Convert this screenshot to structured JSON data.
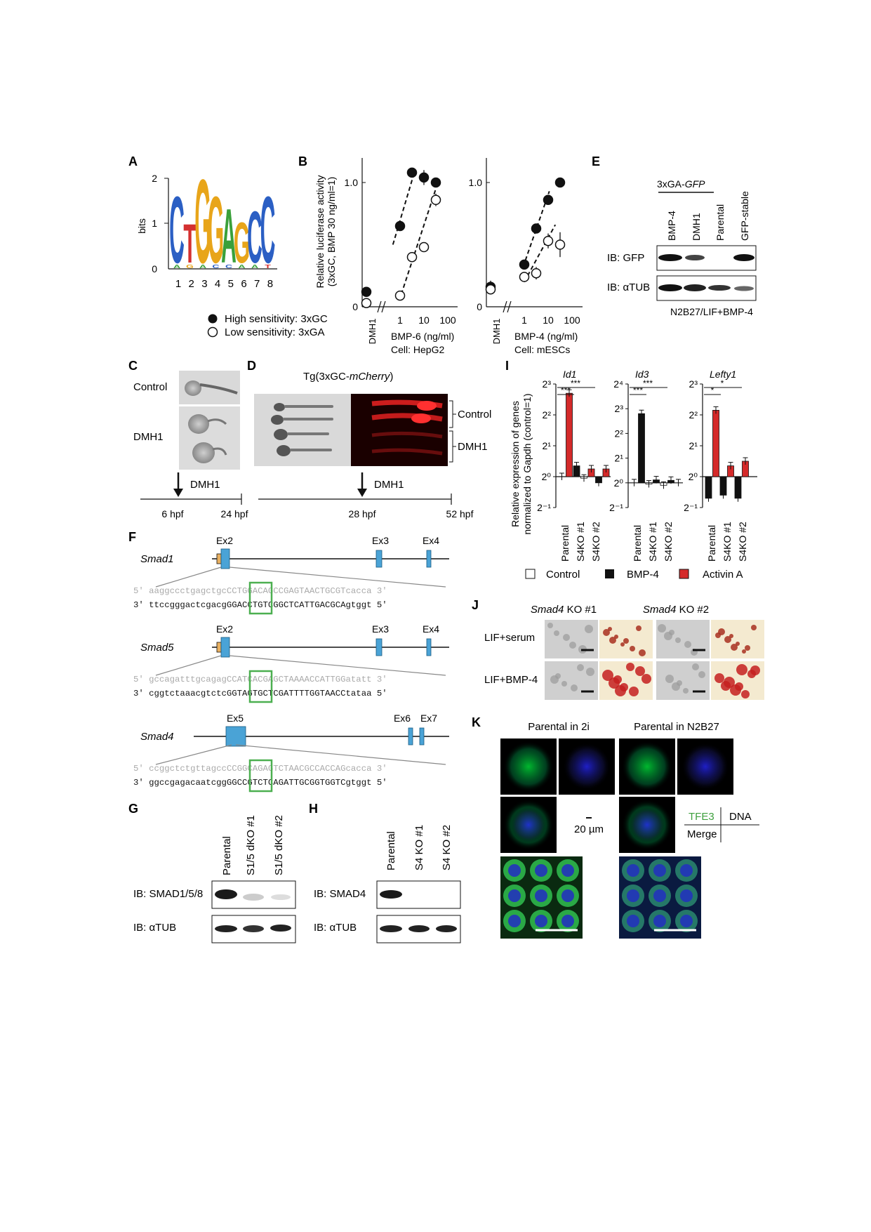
{
  "panel_letters": [
    "A",
    "B",
    "C",
    "D",
    "E",
    "F",
    "G",
    "H",
    "I",
    "J",
    "K"
  ],
  "A": {
    "ylabel": "bits",
    "yticks": [
      "2",
      "1",
      "0"
    ],
    "xticks": [
      "1",
      "2",
      "3",
      "4",
      "5",
      "6",
      "7",
      "8"
    ],
    "logo_top": "CTGGAGCC",
    "logo_bottom": "AGACCAAT"
  },
  "B": {
    "ylabel_1": "Relative luciferase activity",
    "ylabel_2": "(3xGC, BMP 30 ng/ml=1)",
    "legend_high": "High sensitivity: 3xGC",
    "legend_low": "Low sensitivity: 3xGA",
    "left": {
      "xlabel": "BMP-6 (ng/ml)",
      "cell": "Cell: HepG2",
      "dmh1": "DMH1"
    },
    "right": {
      "xlabel": "BMP-4 (ng/ml)",
      "cell": "Cell: mESCs",
      "dmh1": "DMH1"
    },
    "yticks": [
      "0",
      "1.0"
    ],
    "xticks": [
      "1",
      "10",
      "100"
    ]
  },
  "C": {
    "control": "Control",
    "dmh1": "DMH1",
    "arrow": "DMH1",
    "t1": "6 hpf",
    "t2": "24 hpf"
  },
  "D": {
    "title_pre": "Tg(3xGC-",
    "title_it": "mCherry",
    "title_post": ")",
    "control": "Control",
    "dmh1": "DMH1",
    "arrow": "DMH1",
    "t1": "28 hpf",
    "t2": "52 hpf"
  },
  "E": {
    "group": "3xGA-",
    "group_it": "GFP",
    "lanes": [
      "BMP-4",
      "DMH1",
      "Parental",
      "GFP-stable"
    ],
    "blot1": "IB: GFP",
    "blot2": "IB: αTUB",
    "condition": "N2B27/LIF+BMP-4"
  },
  "F": {
    "genes": [
      {
        "name": "Smad1",
        "exons": [
          "Ex2",
          "Ex3",
          "Ex4"
        ],
        "top": "5' aaggccctgagctgcCCTGGACAGCCGAGTAACTGCGTcacca 3'",
        "bot": "3' ttccgggactcgacgGGACCTGTCGGCTCATTGACGCAgtggt 5'"
      },
      {
        "name": "Smad5",
        "exons": [
          "Ex2",
          "Ex3",
          "Ex4"
        ],
        "top": "5' gccagatttgcagagCCATCACGAGCTAAAACCATTGGatatt 3'",
        "bot": "3' cggtctaaacgtctcGGTAGTGCTCGATTTTGGTAACCtataa 5'"
      },
      {
        "name": "Smad4",
        "exons": [
          "Ex5",
          "Ex6",
          "Ex7"
        ],
        "top": "5' ccggctctgttagccCCGGCAGAGTCTAACGCCACCAGcacca 3'",
        "bot": "3' ggccgagacaatcggGGCCGTCTCAGATTGCGGTGGTCgtggt 5'"
      }
    ]
  },
  "G": {
    "lanes": [
      "Parental",
      "S1/5 dKO #1",
      "S1/5 dKO #2"
    ],
    "blot1": "IB: SMAD1/5/8",
    "blot2": "IB: αTUB"
  },
  "H": {
    "lanes": [
      "Parental",
      "S4 KO #1",
      "S4 KO #2"
    ],
    "blot1": "IB: SMAD4",
    "blot2": "IB: αTUB"
  },
  "I": {
    "ylabel_1": "Relative expression of genes",
    "ylabel_2": "normalized to Gapdh (control=1)",
    "genes": [
      {
        "name": "Id1",
        "yticks": [
          "2³",
          "2²",
          "2¹",
          "2⁰",
          "2⁻¹"
        ],
        "sig": [
          "***",
          "***"
        ]
      },
      {
        "name": "Id3",
        "yticks": [
          "2⁴",
          "2³",
          "2²",
          "2¹",
          "2⁰",
          "2⁻¹"
        ],
        "sig": [
          "***",
          "***"
        ]
      },
      {
        "name": "Lefty1",
        "yticks": [
          "2³",
          "2²",
          "2¹",
          "2⁰",
          "2⁻¹"
        ],
        "sig": [
          "*",
          "*"
        ]
      }
    ],
    "lanes": [
      "Parental",
      "S4KO #1",
      "S4KO #2"
    ],
    "legend": [
      "Control",
      "BMP-4",
      "Activin A"
    ]
  },
  "J": {
    "col1_pre": "Smad4",
    "col1_post": " KO #1",
    "col2_pre": "Smad4",
    "col2_post": " KO #2",
    "row1": "LIF+serum",
    "row2": "LIF+BMP-4"
  },
  "K": {
    "title1": "Parental in 2i",
    "title2": "Parental in N2B27",
    "scale": "20 µm",
    "key_tfe3": "TFE3",
    "key_dna": "DNA",
    "key_merge": "Merge"
  },
  "colors": {
    "activin": "#d42a2a",
    "bmp4": "#111111",
    "exon": "#4aa3d6",
    "box": "#4caf50",
    "gfp": "#3fbf3f",
    "dna": "#2233bb",
    "mcherry": "#e02020"
  }
}
